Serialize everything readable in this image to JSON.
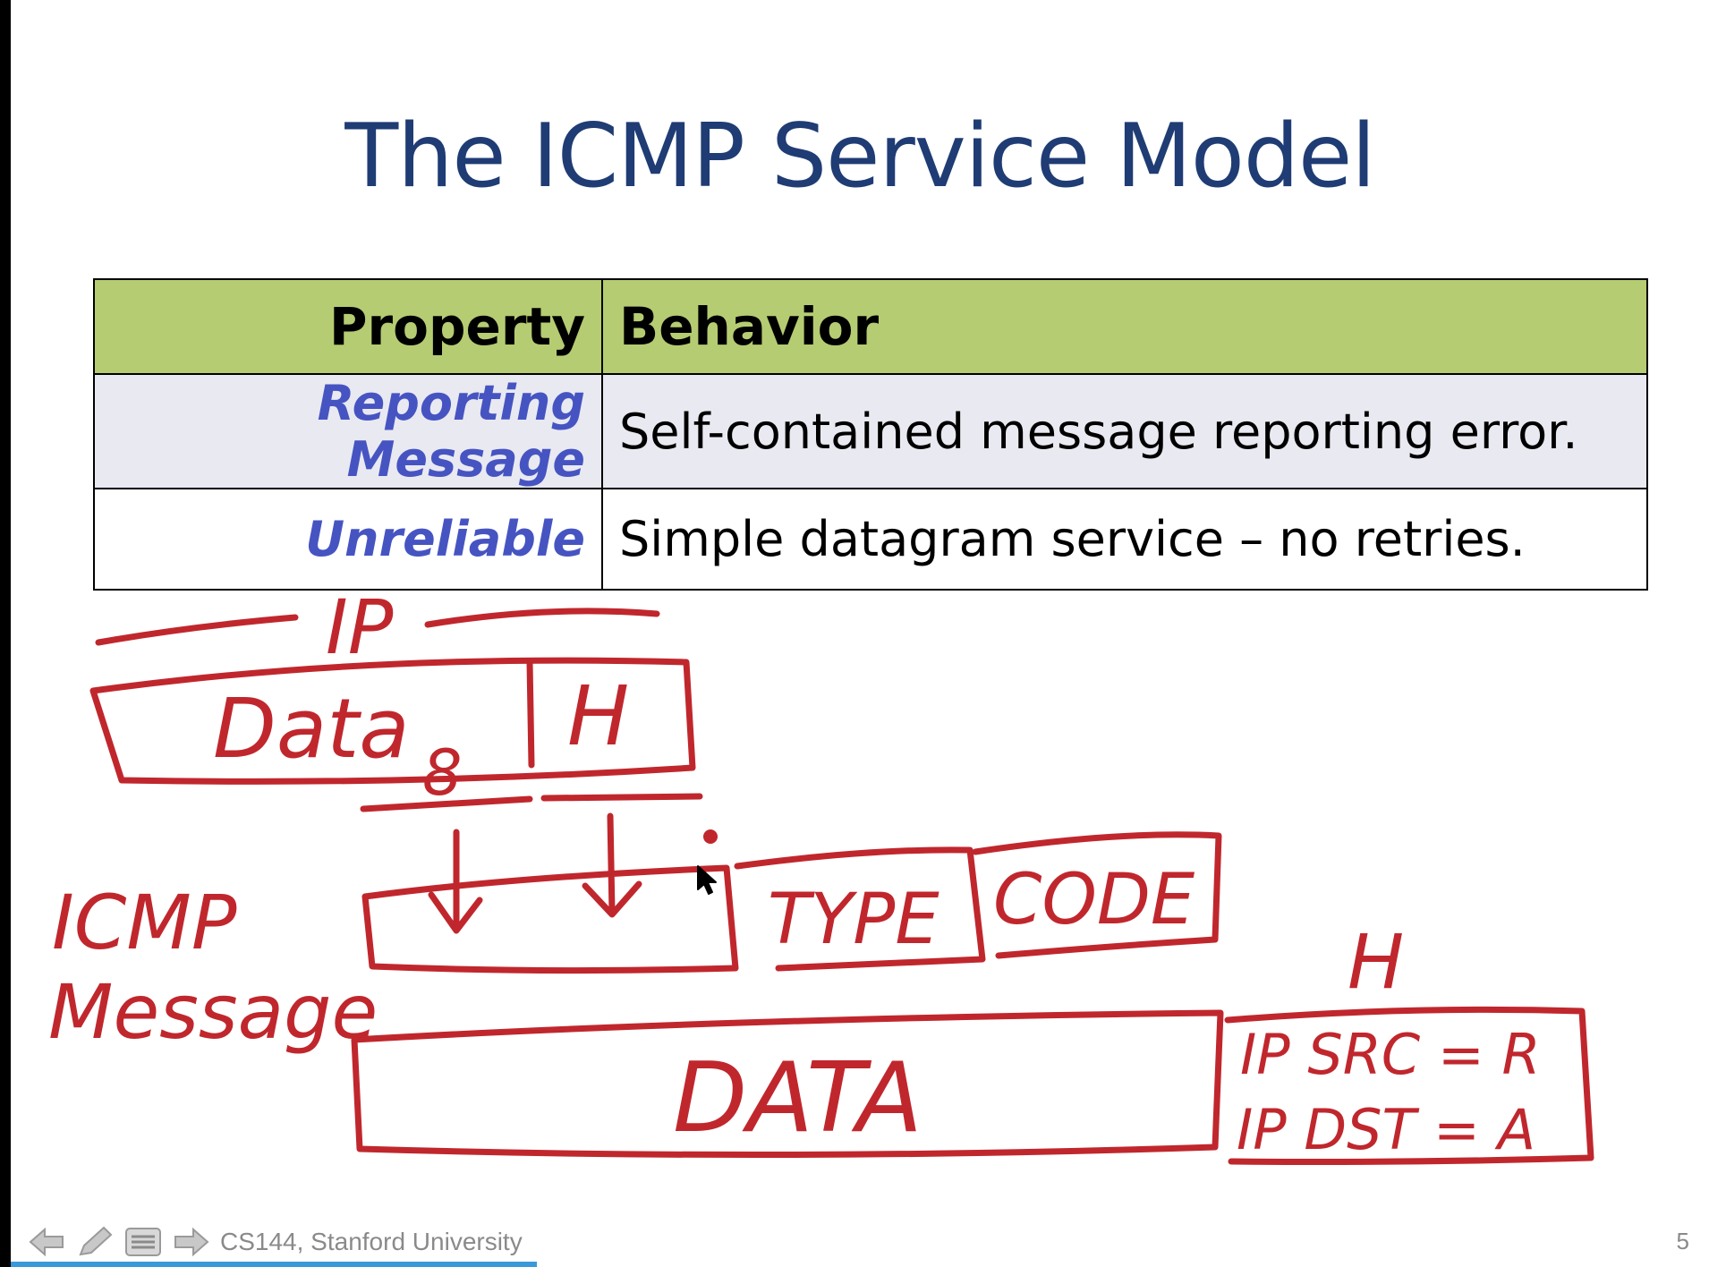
{
  "slide": {
    "title": "The ICMP Service Model",
    "table": {
      "headers": [
        "Property",
        "Behavior"
      ],
      "rows": [
        {
          "property": "Reporting Message",
          "behavior": "Self-contained message reporting error."
        },
        {
          "property": "Unreliable",
          "behavior": "Simple datagram service – no retries."
        }
      ]
    },
    "annotations": {
      "ip_label": "IP",
      "data_label": "Data",
      "h_label": "H",
      "eight_label": "8",
      "icmp_label": "ICMP",
      "message_label": "Message",
      "type_label": "TYPE",
      "code_label": "CODE",
      "h2_label": "H",
      "big_data_label": "DATA",
      "ip_src_label": "IP SRC = R",
      "ip_dst_label": "IP DST = A"
    },
    "footer_text": "CS144, Stanford University",
    "page_number": "5",
    "progress_fraction": 0.31
  },
  "colors": {
    "title": "#1f3c74",
    "header_bg": "#b5cc72",
    "property_text": "#4654c2",
    "ink": "#c0272d",
    "progress": "#3a9ad9"
  }
}
